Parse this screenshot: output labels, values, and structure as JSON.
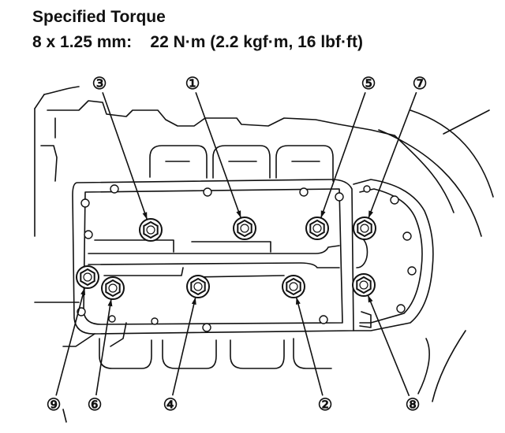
{
  "header": {
    "title": "Specified Torque",
    "spec": "8 x 1.25 mm:    22 N·m (2.2 kgf·m, 16 lbf·ft)"
  },
  "bolts": [
    {
      "n": 1,
      "label": "①"
    },
    {
      "n": 2,
      "label": "②"
    },
    {
      "n": 3,
      "label": "③"
    },
    {
      "n": 4,
      "label": "④"
    },
    {
      "n": 5,
      "label": "⑤"
    },
    {
      "n": 6,
      "label": "⑥"
    },
    {
      "n": 7,
      "label": "⑦"
    },
    {
      "n": 8,
      "label": "⑧"
    },
    {
      "n": 9,
      "label": "⑨"
    }
  ],
  "colors": {
    "ink": "#111111",
    "paper": "#ffffff"
  }
}
